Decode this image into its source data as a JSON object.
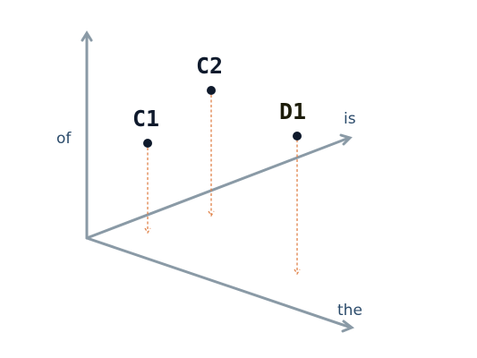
{
  "axes": {
    "vertical": "of",
    "right": "is",
    "lower": "the"
  },
  "points": [
    {
      "label": "C1",
      "color": "#0f1a2c"
    },
    {
      "label": "C2",
      "color": "#0f1a2c"
    },
    {
      "label": "D1",
      "color": "#1d1d0b"
    }
  ],
  "colors": {
    "axis": "#8a9aa6",
    "projection": "#e0834a",
    "dot": "#0f1a2c",
    "axis_label": "#2a4a6a"
  }
}
